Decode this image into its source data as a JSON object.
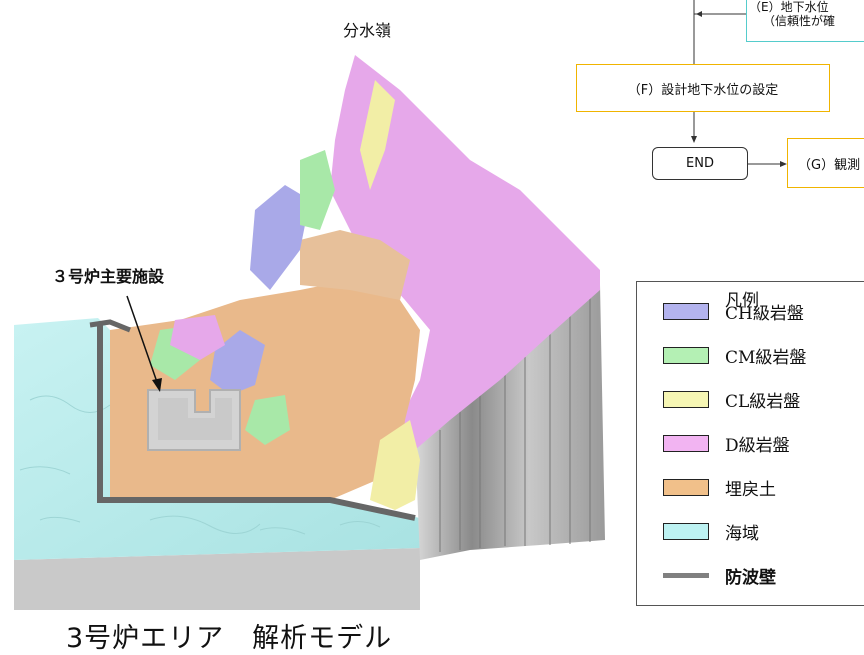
{
  "labels": {
    "watershed": "分水嶺",
    "unit3_facility": "３号炉主要施設",
    "caption": "3号炉エリア　解析モデル"
  },
  "flow": {
    "box_e_line1": "（E）地下水位",
    "box_e_line2": "（信頼性が確",
    "box_f": "（F）設計地下水位の設定",
    "end": "END",
    "box_g": "（G）観測"
  },
  "legend": {
    "title": "凡例",
    "items": [
      {
        "label": "CH級岩盤",
        "color": "#b3b3ee"
      },
      {
        "label": "CM級岩盤",
        "color": "#b4f0b4"
      },
      {
        "label": "CL級岩盤",
        "color": "#f6f6b4"
      },
      {
        "label": "D級岩盤",
        "color": "#f2b4f2"
      },
      {
        "label": "埋戻土",
        "color": "#f1c08a"
      },
      {
        "label": "海域",
        "color": "#bdf2f2"
      }
    ],
    "wall": {
      "label": "防波壁",
      "color": "#808080"
    }
  },
  "colors": {
    "flow_orange": "#f0b400",
    "flow_teal": "#55cccc",
    "sea": "#b6ecec",
    "backfill": "#e9b88a",
    "d_rock": "#e6a6ea",
    "ch_rock": "#a9a9e8",
    "cm_rock": "#a8e8a8",
    "cl_rock": "#f2eea6",
    "cliff": "#b8b8b8"
  }
}
